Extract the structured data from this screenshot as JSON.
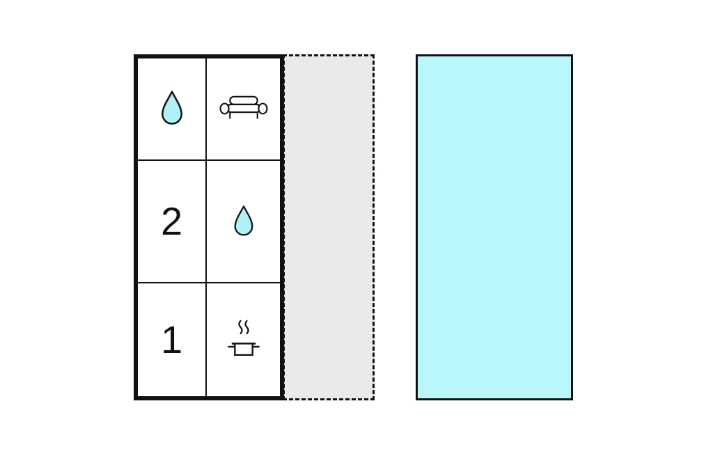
{
  "colors": {
    "water_drop_fill": "#aef2f8",
    "pool_fill": "#b9f7fb",
    "terrace_fill": "#e9ebea",
    "outline": "#111111"
  },
  "floorplan": {
    "rooms": [
      {
        "icon": "water-drop-icon"
      },
      {
        "icon": "sofa-icon"
      },
      {
        "label": "2"
      },
      {
        "icon": "water-drop-icon"
      },
      {
        "label": "1"
      },
      {
        "icon": "cooking-pot-icon"
      }
    ]
  },
  "areas": {
    "terrace_border_style": "dashed",
    "pool_border_style": "solid"
  }
}
